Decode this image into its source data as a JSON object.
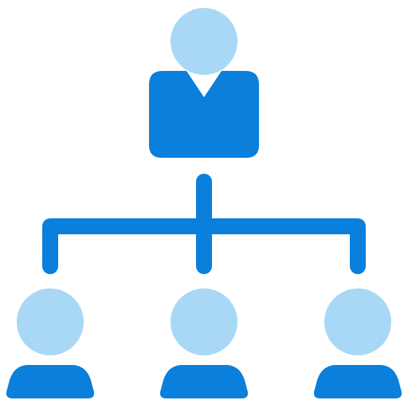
{
  "icon": {
    "name": "organization-hierarchy-icon",
    "colors": {
      "head": "#a8d8f5",
      "body": "#0a7fdb",
      "connector": "#0a7fdb",
      "background": "#ffffff"
    },
    "nodes": {
      "top": {
        "role": "manager"
      },
      "children": [
        {
          "role": "employee-left"
        },
        {
          "role": "employee-center"
        },
        {
          "role": "employee-right"
        }
      ]
    }
  }
}
